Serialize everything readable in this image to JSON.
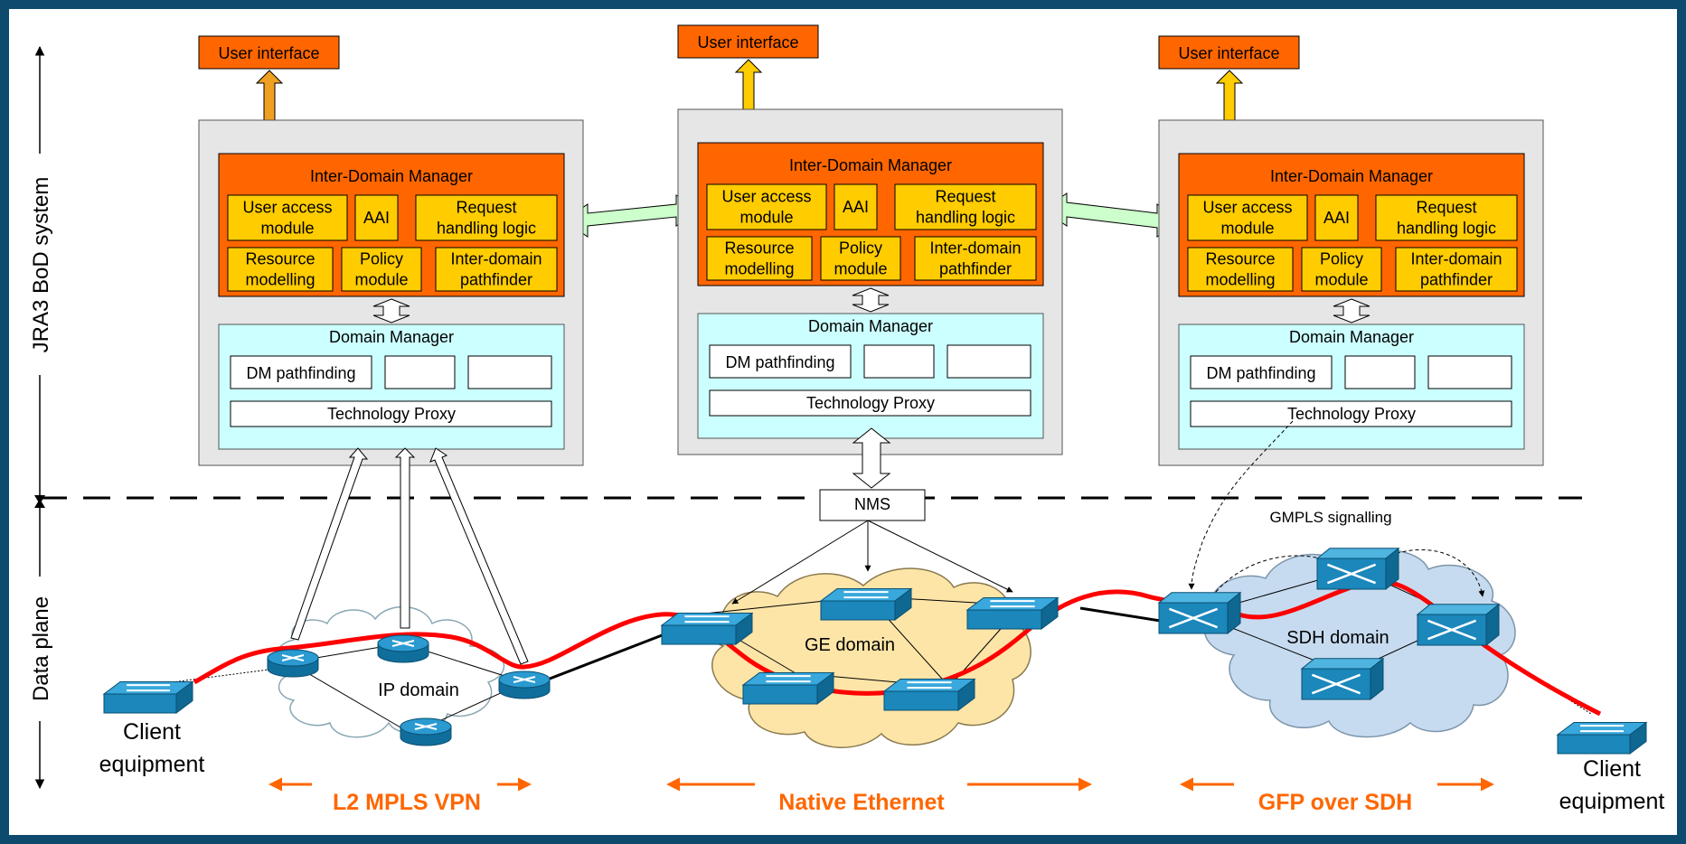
{
  "side_labels": {
    "bod_system": "JRA3 BoD system",
    "data_plane": "Data plane"
  },
  "domains": [
    {
      "user_interface": "User interface",
      "idm_title": "Inter-Domain Manager",
      "modules": [
        "User access module",
        "AAI",
        "Request handling logic",
        "Resource modelling",
        "Policy module",
        "Inter-domain pathfinder"
      ],
      "dm_title": "Domain Manager",
      "dm_pathfinding": "DM pathfinding",
      "tech_proxy": "Technology Proxy"
    },
    {
      "user_interface": "User interface",
      "idm_title": "Inter-Domain Manager",
      "modules": [
        "User access module",
        "AAI",
        "Request handling logic",
        "Resource modelling",
        "Policy module",
        "Inter-domain pathfinder"
      ],
      "dm_title": "Domain Manager",
      "dm_pathfinding": "DM pathfinding",
      "tech_proxy": "Technology Proxy"
    },
    {
      "user_interface": "User interface",
      "idm_title": "Inter-Domain Manager",
      "modules": [
        "User access module",
        "AAI",
        "Request handling logic",
        "Resource modelling",
        "Policy module",
        "Inter-domain pathfinder"
      ],
      "dm_title": "Domain Manager",
      "dm_pathfinding": "DM pathfinding",
      "tech_proxy": "Technology Proxy"
    }
  ],
  "network": {
    "nms": "NMS",
    "gmpls": "GMPLS signalling",
    "ip_domain": "IP domain",
    "ge_domain": "GE domain",
    "sdh_domain": "SDH domain",
    "client_left": "Client equipment",
    "client_right": "Client equipment"
  },
  "technologies": [
    "L2 MPLS VPN",
    "Native Ethernet",
    "GFP over SDH"
  ],
  "colors": {
    "background_border": "#0e4a6e",
    "idm_orange": "#ff6600",
    "module_yellow": "#ffcc00",
    "dm_cyan": "#ccffff",
    "outer_gray": "#e6e6e6",
    "peer_arrow_green": "#ccffcc",
    "path_red": "#ff0000",
    "tech_orange": "#ff6600",
    "device_blue": "#1f8fc4"
  }
}
